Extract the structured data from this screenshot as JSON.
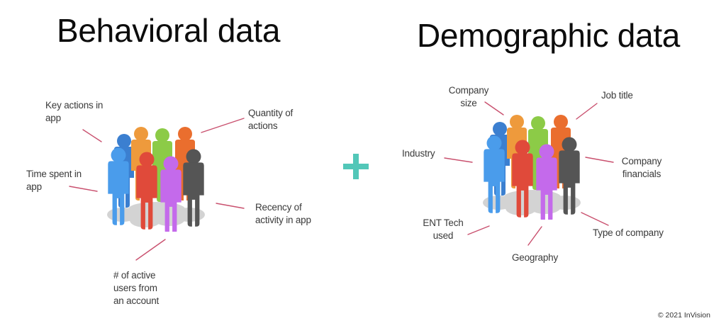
{
  "titles": {
    "behavioral": "Behavioral data",
    "demographic": "Demographic data"
  },
  "operator": {
    "symbol": "plus-icon",
    "color": "#52C7B8"
  },
  "behavioral": {
    "icon": "crowd-icon",
    "labels": [
      {
        "id": "key-actions",
        "text": "Key actions in\napp"
      },
      {
        "id": "quantity",
        "text": "Quantity of\nactions"
      },
      {
        "id": "time-spent",
        "text": "Time spent in\napp"
      },
      {
        "id": "recency",
        "text": "Recency of\nactivity in app"
      },
      {
        "id": "active-users",
        "text": "# of active\nusers from\nan account"
      }
    ]
  },
  "demographic": {
    "icon": "crowd-icon",
    "labels": [
      {
        "id": "company-size",
        "text": "Company\nsize"
      },
      {
        "id": "job-title",
        "text": "Job title"
      },
      {
        "id": "industry",
        "text": "Industry"
      },
      {
        "id": "company-financials",
        "text": "Company\nfinancials"
      },
      {
        "id": "ent-tech",
        "text": "ENT Tech\nused"
      },
      {
        "id": "geography",
        "text": "Geography"
      },
      {
        "id": "type-of-company",
        "text": "Type of company"
      }
    ]
  },
  "colors": {
    "connector": "#C9506E",
    "person_colors": [
      "#3B7FD0",
      "#EE9A3C",
      "#8CCB47",
      "#EA6E2E",
      "#4A9CEB",
      "#E04A3A",
      "#C46AEB",
      "#555555"
    ],
    "shadow": "#cfcfcf"
  },
  "footer": {
    "copyright": "© 2021 InVision"
  }
}
